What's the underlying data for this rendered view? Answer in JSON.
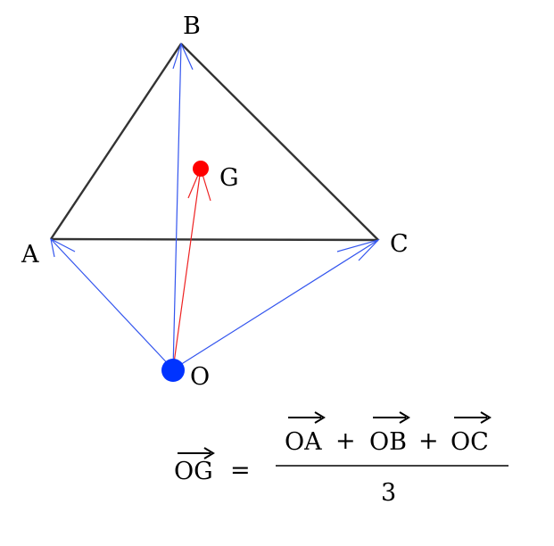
{
  "diagram": {
    "points": {
      "A": {
        "label": "A"
      },
      "B": {
        "label": "B"
      },
      "C": {
        "label": "C"
      },
      "O": {
        "label": "O"
      },
      "G": {
        "label": "G"
      }
    },
    "colors": {
      "triangle": "#333333",
      "vectors": "#3355ee",
      "centroid_vector": "#ee2222",
      "origin_dot": "#0033ff",
      "centroid_dot": "#ff0000"
    }
  },
  "formula": {
    "lhs": "OG",
    "equals": "=",
    "terms": [
      "OA",
      "OB",
      "OC"
    ],
    "plus": "+",
    "denominator": "3"
  }
}
